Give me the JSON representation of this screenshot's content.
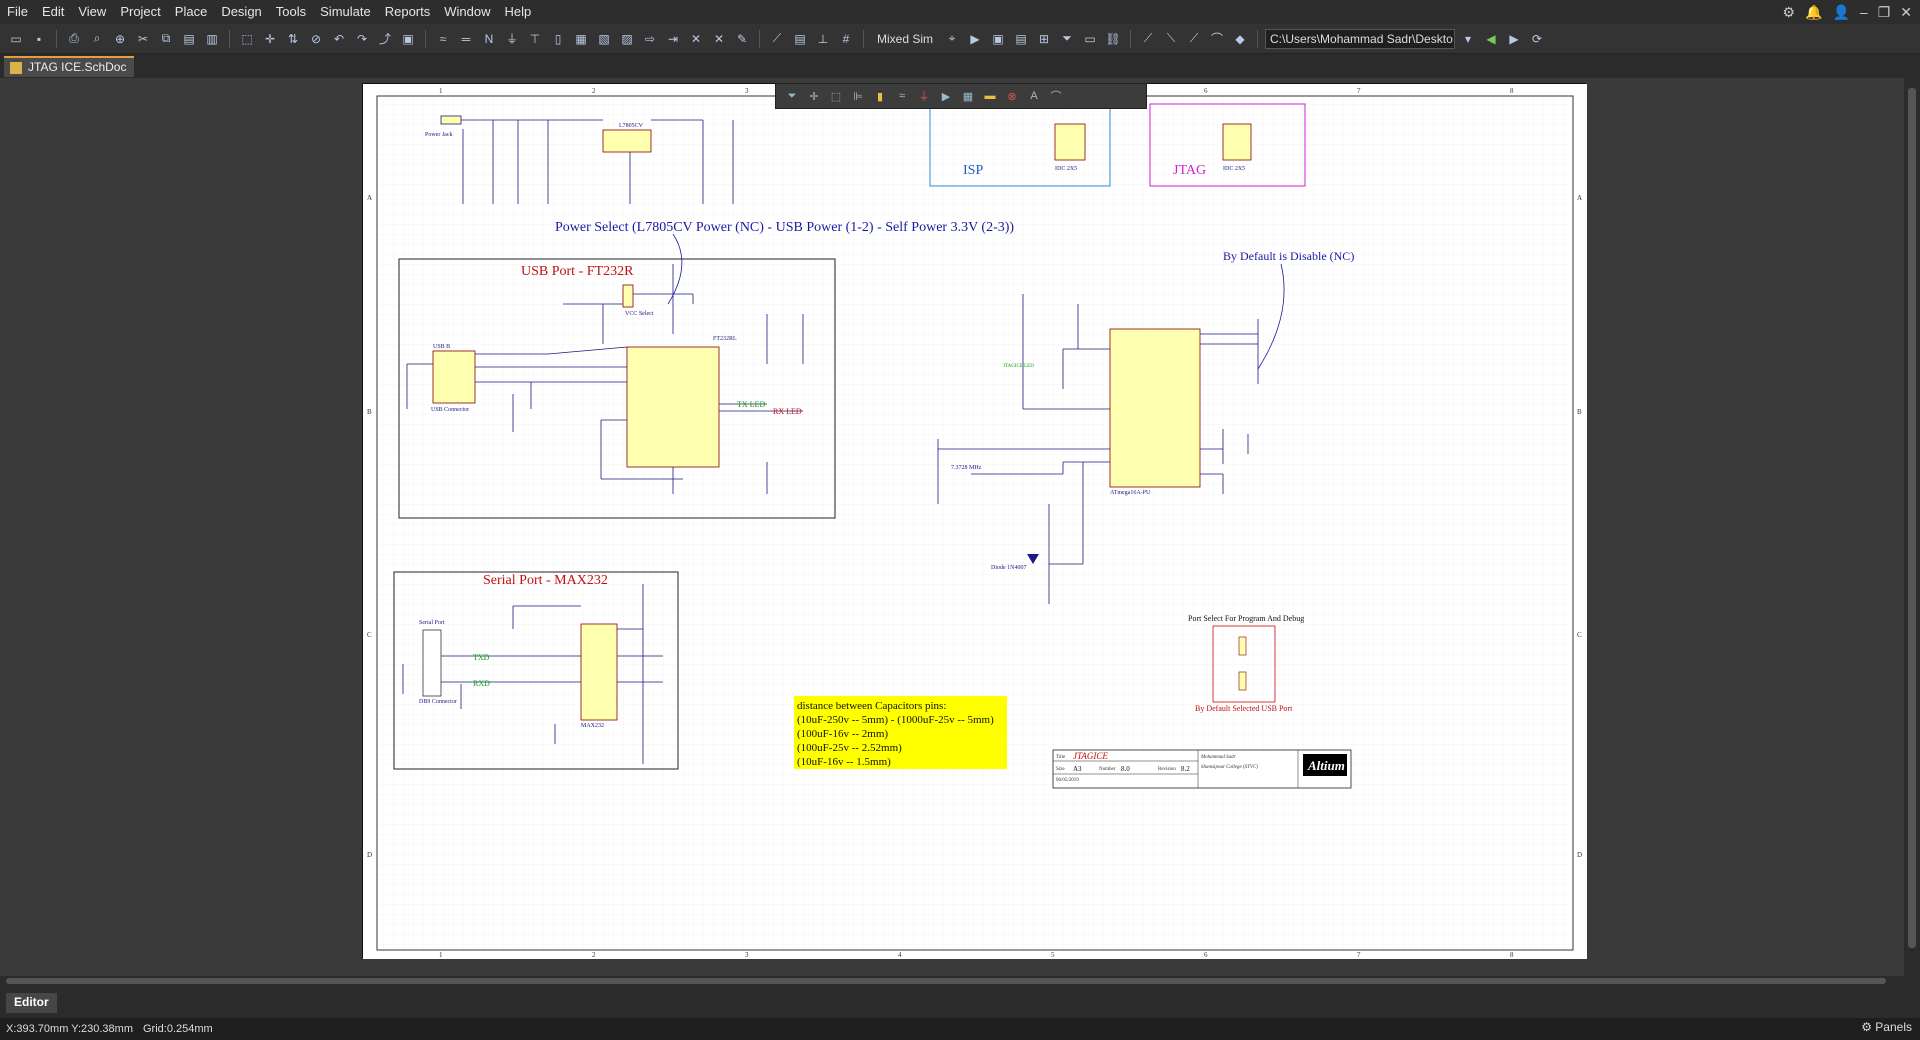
{
  "menu": {
    "items": [
      "File",
      "Edit",
      "View",
      "Project",
      "Place",
      "Design",
      "Tools",
      "Simulate",
      "Reports",
      "Window",
      "Help"
    ]
  },
  "toolbar": {
    "sim_label": "Mixed Sim",
    "path": "C:\\Users\\Mohammad Sadr\\Deskto"
  },
  "doc_tab": {
    "label": "JTAG ICE.SchDoc"
  },
  "panel_tabs": {
    "editor": "Editor"
  },
  "status": {
    "coords": "X:393.70mm Y:230.38mm",
    "grid": "Grid:0.254mm",
    "panels": "Panels"
  },
  "schematic": {
    "power_select_note": "Power Select (L7805CV Power (NC) - USB Power (1-2) - Self Power 3.3V (2-3))",
    "default_disable_note": "By Default is Disable (NC)",
    "usb_box_title": "USB Port - FT232R",
    "serial_box_title": "Serial Port - MAX232",
    "isp_label": "ISP",
    "jtag_label": "JTAG",
    "port_select_title": "Port Select For Program And Debug",
    "default_usb_note": "By Default Selected USB Port",
    "tx_led": "TX LED",
    "rx_led": "RX LED",
    "txd": "TXD",
    "rxd": "RXD",
    "capacitor_note": [
      "distance between Capacitors pins:",
      "(10uF-250v -- 5mm) - (1000uF-25v -- 5mm)",
      "(100uF-16v -- 2mm)",
      "(100uF-25v -- 2.52mm)",
      "(10uF-16v -- 1.5mm)"
    ],
    "title_block": {
      "title_label": "Title",
      "title": "JTAGICE",
      "size_label": "Size",
      "size": "A3",
      "number_label": "Number",
      "number": "8.0",
      "revision_label": "Revision",
      "revision": "8.2",
      "date": "06/05/2019",
      "author": "Mohammad Sadr",
      "org": "Shamsipour College (STVC)",
      "logo": "Altium"
    },
    "parts": {
      "u1": "L7805CV",
      "ic1": "FT232RL",
      "u2": "ATmega16A-PU",
      "u3": "MAX232",
      "usb": "USB B",
      "usb_connector": "USB Connector",
      "serial_port": "Serial Port",
      "db9": "DB9 Connector",
      "power_jack": "Power Jack",
      "crystal": "7.3728 MHz",
      "diode": "Diode 1N4007",
      "isp_conn": "IDC 2X5",
      "jtag_conn": "IDC 2X5",
      "jp2": "VCC Select"
    },
    "column_numbers": [
      "1",
      "2",
      "3",
      "4",
      "5",
      "6",
      "7",
      "8"
    ],
    "row_letters": [
      "A",
      "B",
      "C",
      "D"
    ]
  }
}
